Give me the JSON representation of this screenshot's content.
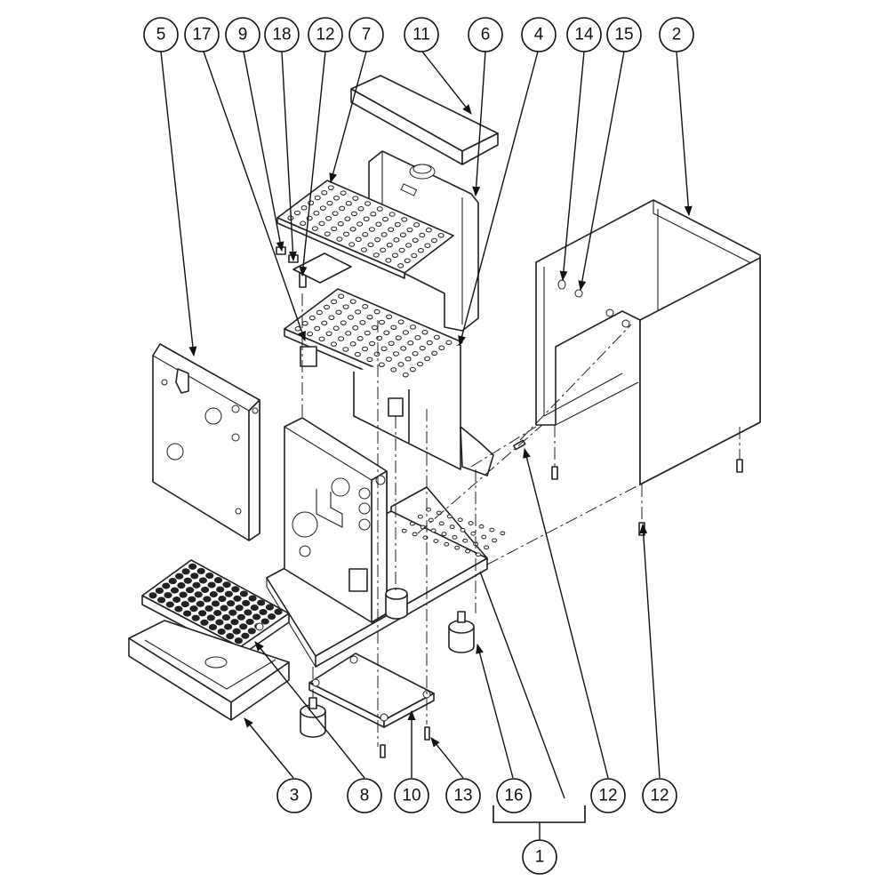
{
  "callouts": {
    "c5": "5",
    "c17": "17",
    "c9": "9",
    "c18": "18",
    "c12a": "12",
    "c7": "7",
    "c11": "11",
    "c6": "6",
    "c4": "4",
    "c14": "14",
    "c15": "15",
    "c2": "2",
    "c3": "3",
    "c8": "8",
    "c10": "10",
    "c13": "13",
    "c16": "16",
    "c12b": "12",
    "c12c": "12",
    "c1": "1"
  },
  "colors": {
    "line": "#222222",
    "background": "#ffffff"
  }
}
